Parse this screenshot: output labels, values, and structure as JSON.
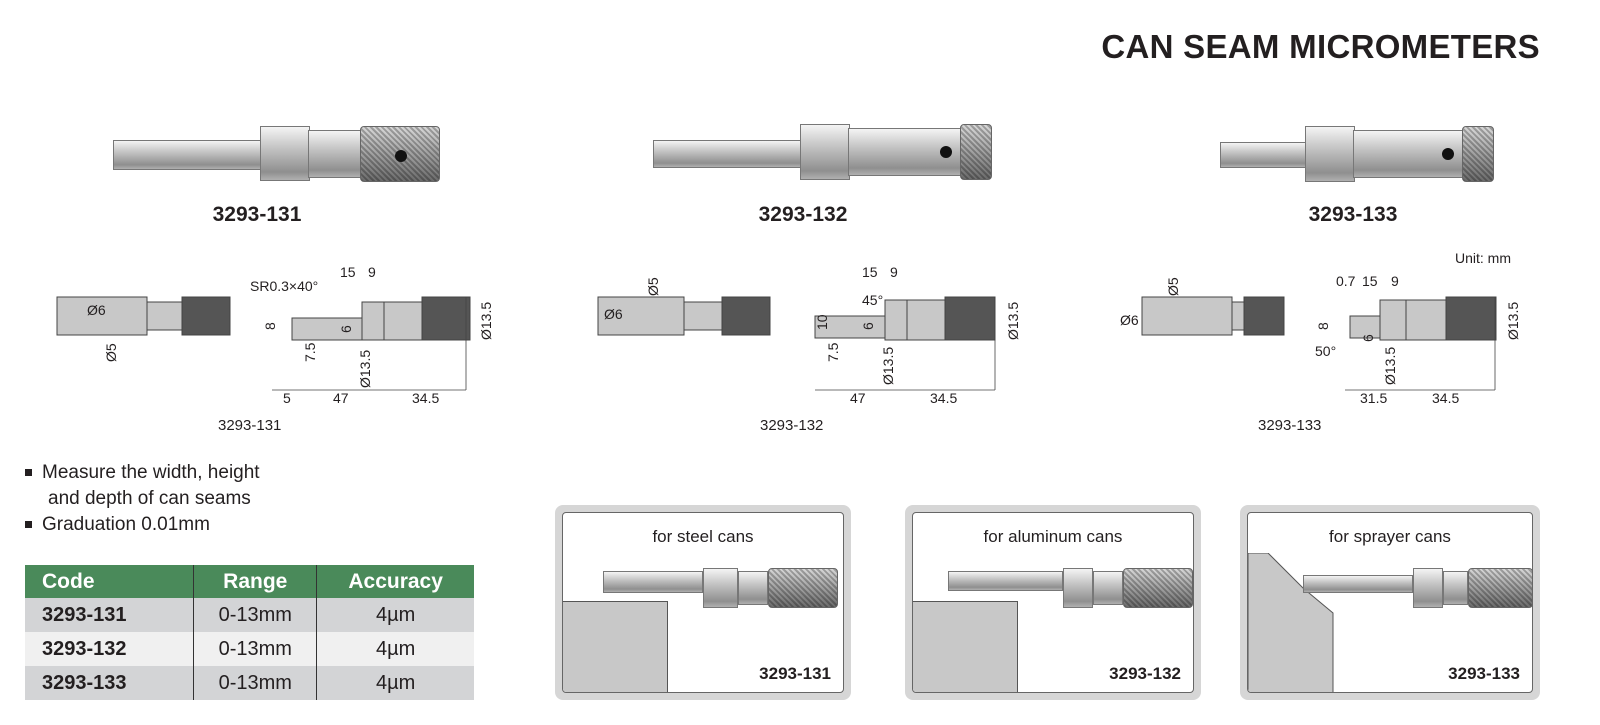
{
  "title": "CAN SEAM MICROMETERS",
  "products": [
    {
      "code": "3293-131",
      "drawing_caption": "3293-131"
    },
    {
      "code": "3293-132",
      "drawing_caption": "3293-132"
    },
    {
      "code": "3293-133",
      "drawing_caption": "3293-133"
    }
  ],
  "unit_label": "Unit: mm",
  "dimensions": {
    "d131": [
      "Ø6",
      "Ø5",
      "SR0.3×40°",
      "15",
      "9",
      "8",
      "6",
      "7.5",
      "Ø13.5",
      "Ø13.5",
      "5",
      "47",
      "34.5"
    ],
    "d132": [
      "Ø6",
      "Ø5",
      "15",
      "9",
      "45°",
      "10",
      "6",
      "7.5",
      "Ø13.5",
      "Ø13.5",
      "47",
      "34.5"
    ],
    "d133": [
      "Ø6",
      "Ø5",
      "0.7",
      "15",
      "9",
      "8",
      "6",
      "50°",
      "Ø13.5",
      "Ø13.5",
      "31.5",
      "34.5"
    ]
  },
  "features": [
    "Measure the width, height",
    "and depth of can seams",
    "Graduation 0.01mm"
  ],
  "table": {
    "headers": [
      "Code",
      "Range",
      "Accuracy"
    ],
    "rows": [
      [
        "3293-131",
        "0-13mm",
        "4µm"
      ],
      [
        "3293-132",
        "0-13mm",
        "4µm"
      ],
      [
        "3293-133",
        "0-13mm",
        "4µm"
      ]
    ]
  },
  "applications": [
    {
      "title": "for steel cans",
      "code": "3293-131"
    },
    {
      "title": "for aluminum cans",
      "code": "3293-132"
    },
    {
      "title": "for sprayer cans",
      "code": "3293-133"
    }
  ],
  "colors": {
    "table_header": "#4a8a5a",
    "row_dark": "#d3d4d6",
    "row_light": "#f0f0f0"
  }
}
